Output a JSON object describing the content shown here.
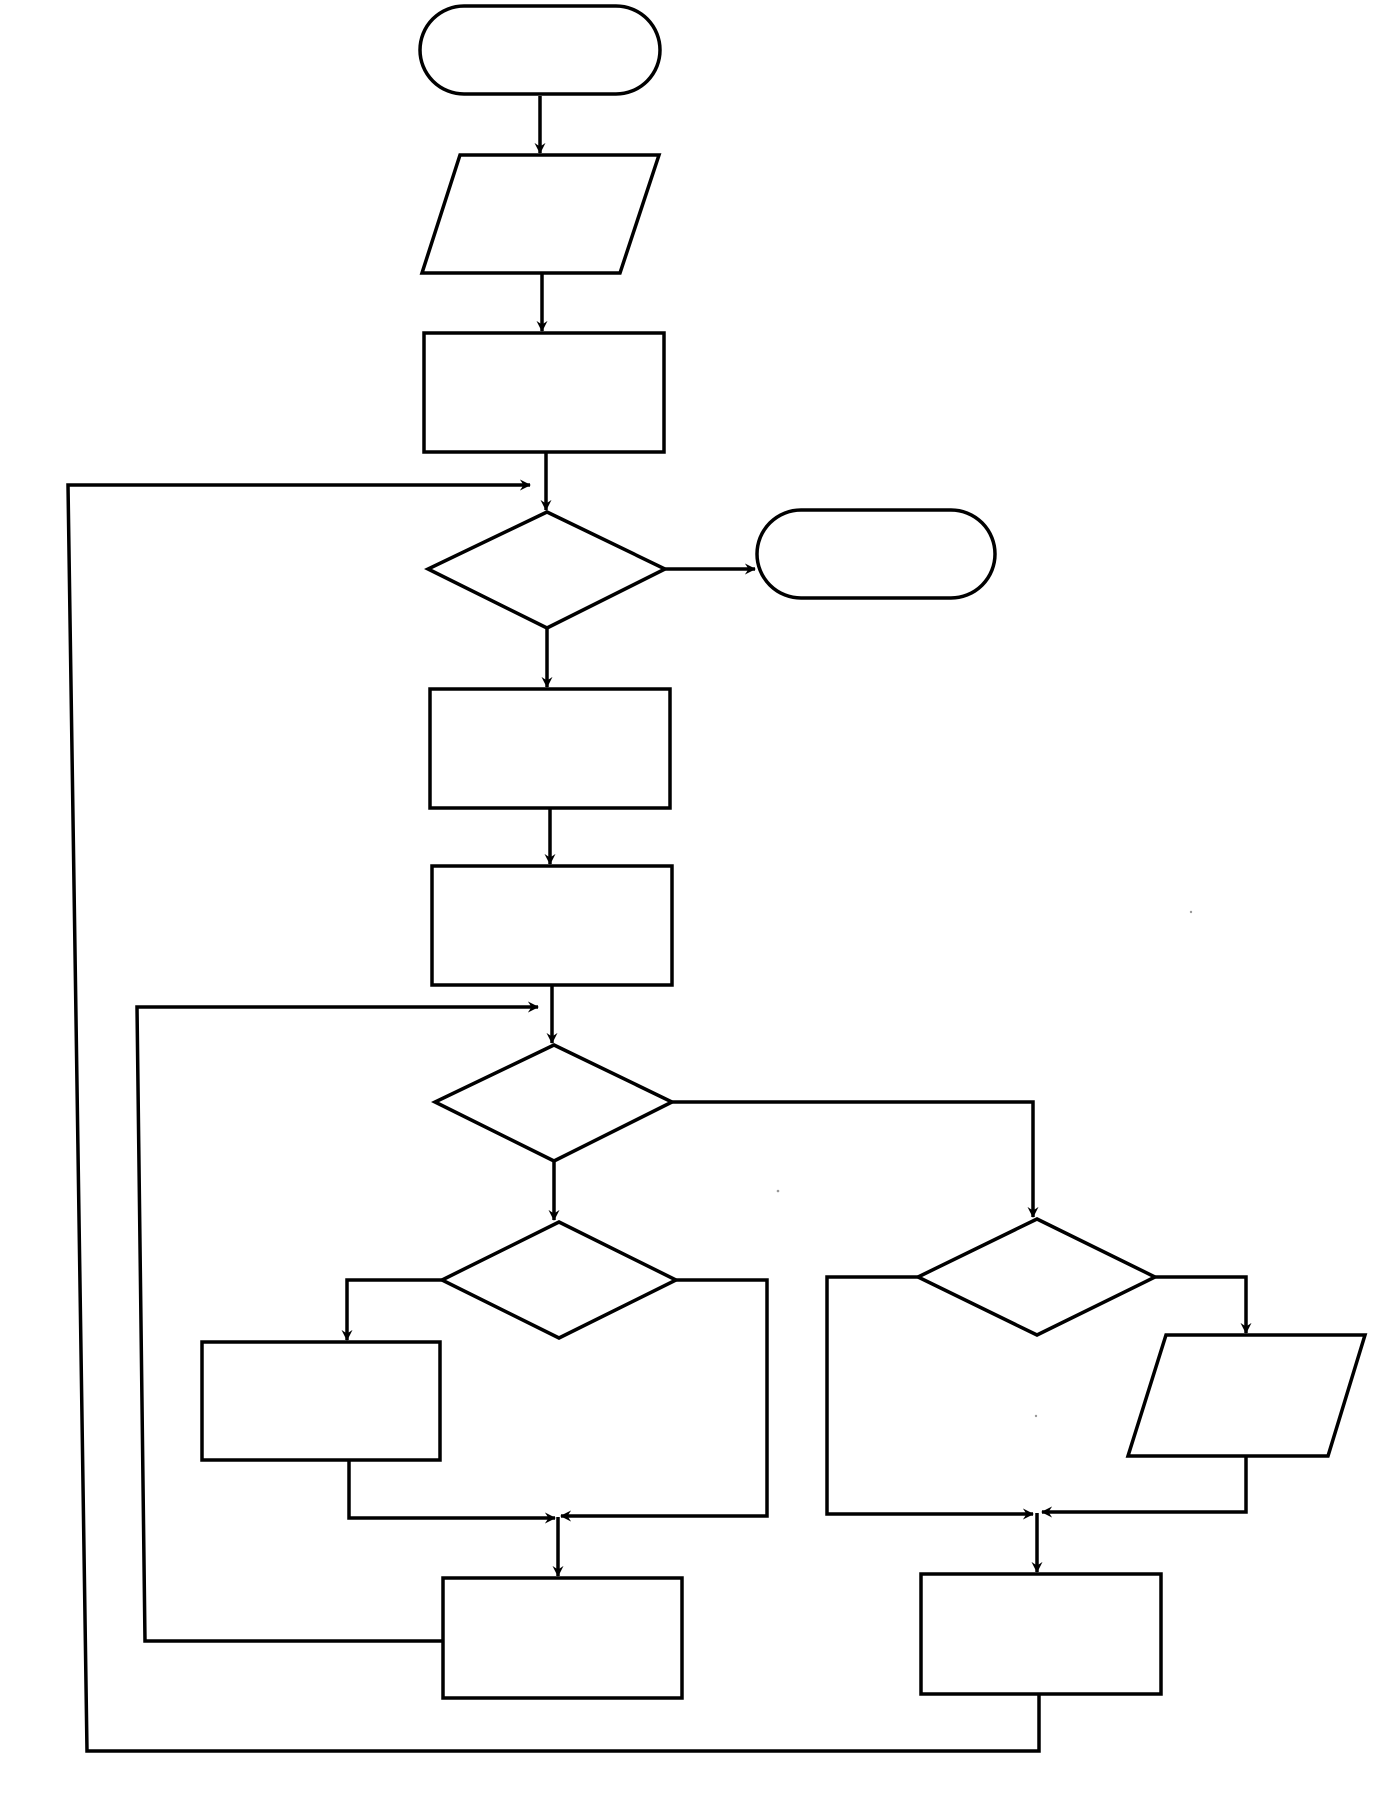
{
  "diagram": {
    "type": "flowchart",
    "colors": {
      "stroke": "#000000",
      "background": "#ffffff"
    },
    "nodes": [
      {
        "id": "start",
        "shape": "terminator",
        "label": ""
      },
      {
        "id": "input-1",
        "shape": "data",
        "label": ""
      },
      {
        "id": "process-1",
        "shape": "process",
        "label": ""
      },
      {
        "id": "decision-1",
        "shape": "decision",
        "label": ""
      },
      {
        "id": "end",
        "shape": "terminator",
        "label": ""
      },
      {
        "id": "process-2",
        "shape": "process",
        "label": ""
      },
      {
        "id": "process-3",
        "shape": "process",
        "label": ""
      },
      {
        "id": "decision-2",
        "shape": "decision",
        "label": ""
      },
      {
        "id": "decision-3",
        "shape": "decision",
        "label": ""
      },
      {
        "id": "process-4",
        "shape": "process",
        "label": ""
      },
      {
        "id": "process-5",
        "shape": "process",
        "label": ""
      },
      {
        "id": "decision-4",
        "shape": "decision",
        "label": ""
      },
      {
        "id": "output-1",
        "shape": "data",
        "label": ""
      },
      {
        "id": "process-6",
        "shape": "process",
        "label": ""
      }
    ],
    "edges": [
      {
        "from": "start",
        "to": "input-1"
      },
      {
        "from": "input-1",
        "to": "process-1"
      },
      {
        "from": "process-1",
        "to": "decision-1"
      },
      {
        "from": "decision-1",
        "to": "end"
      },
      {
        "from": "decision-1",
        "to": "process-2"
      },
      {
        "from": "process-2",
        "to": "process-3"
      },
      {
        "from": "process-3",
        "to": "decision-2"
      },
      {
        "from": "decision-2",
        "to": "decision-3"
      },
      {
        "from": "decision-2",
        "to": "decision-4"
      },
      {
        "from": "decision-3",
        "to": "process-4"
      },
      {
        "from": "decision-3",
        "to": "process-5"
      },
      {
        "from": "process-4",
        "to": "process-5"
      },
      {
        "from": "process-5",
        "to": "decision-2"
      },
      {
        "from": "decision-4",
        "to": "output-1"
      },
      {
        "from": "decision-4",
        "to": "process-6"
      },
      {
        "from": "output-1",
        "to": "process-6"
      },
      {
        "from": "process-6",
        "to": "decision-1"
      }
    ]
  }
}
